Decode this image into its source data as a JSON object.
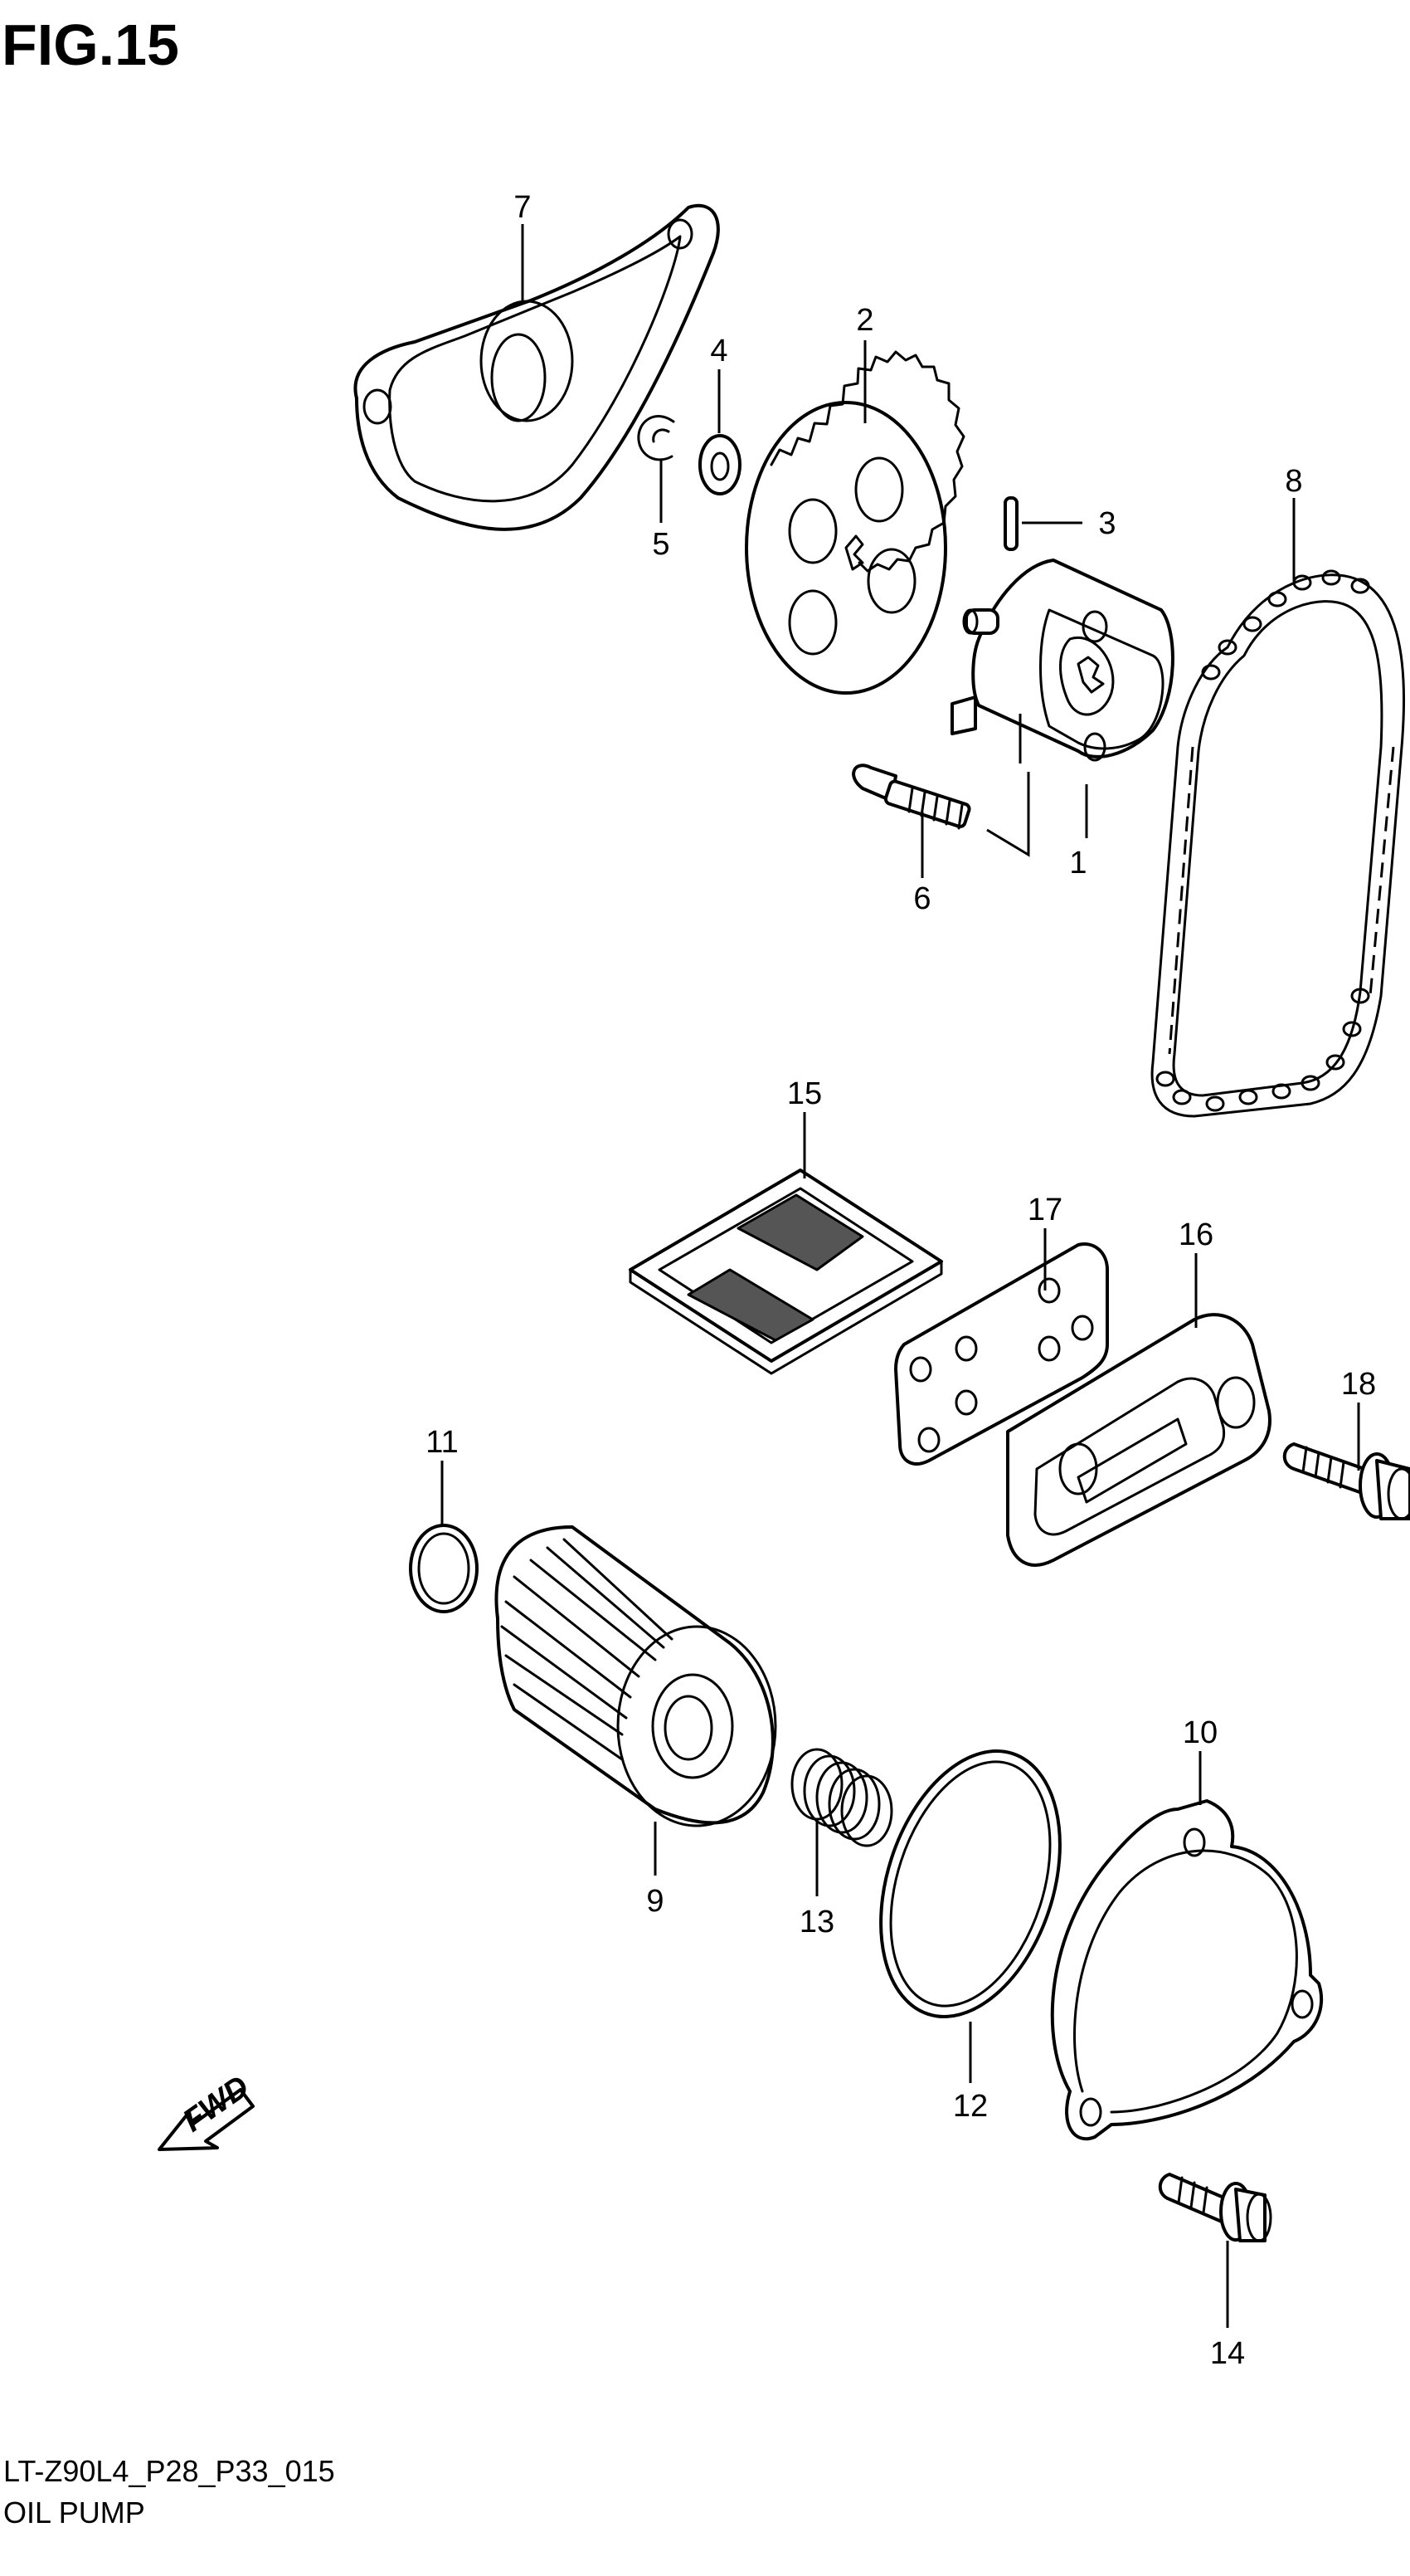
{
  "figure": {
    "title": "FIG.15",
    "code": "LT-Z90L4_P28_P33_015",
    "name": "OIL PUMP"
  },
  "fwd_arrow": {
    "label": "FWD"
  },
  "callouts": [
    "1",
    "2",
    "3",
    "4",
    "5",
    "6",
    "7",
    "8",
    "9",
    "10",
    "11",
    "12",
    "13",
    "14",
    "15",
    "16",
    "17",
    "18"
  ],
  "parts": [
    {
      "ref": "1",
      "icon": "oil-pump-body"
    },
    {
      "ref": "2",
      "icon": "driven-gear"
    },
    {
      "ref": "3",
      "icon": "pin"
    },
    {
      "ref": "4",
      "icon": "washer"
    },
    {
      "ref": "5",
      "icon": "circlip"
    },
    {
      "ref": "6",
      "icon": "screw"
    },
    {
      "ref": "7",
      "icon": "gear-cover"
    },
    {
      "ref": "8",
      "icon": "drive-chain"
    },
    {
      "ref": "9",
      "icon": "oil-filter"
    },
    {
      "ref": "10",
      "icon": "filter-cap"
    },
    {
      "ref": "11",
      "icon": "o-ring"
    },
    {
      "ref": "12",
      "icon": "o-ring-large"
    },
    {
      "ref": "13",
      "icon": "spring"
    },
    {
      "ref": "14",
      "icon": "bolt"
    },
    {
      "ref": "15",
      "icon": "strainer"
    },
    {
      "ref": "16",
      "icon": "strainer-cap"
    },
    {
      "ref": "17",
      "icon": "gasket"
    },
    {
      "ref": "18",
      "icon": "bolt"
    }
  ]
}
